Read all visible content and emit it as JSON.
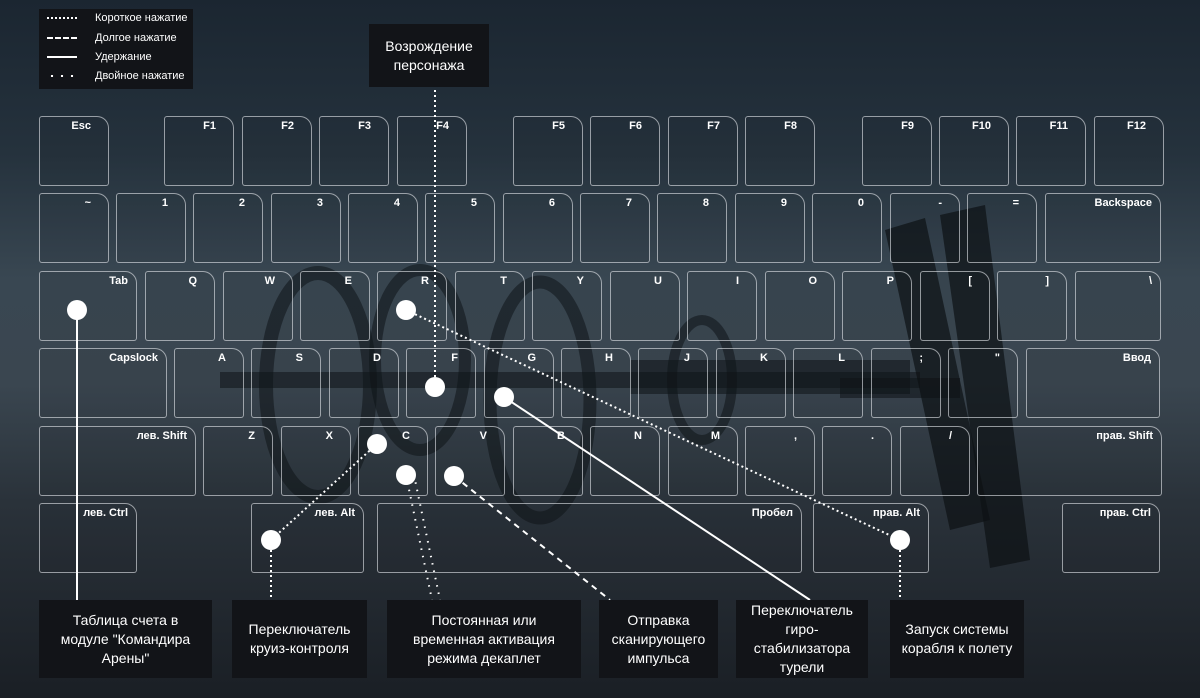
{
  "legend": {
    "items": [
      {
        "label": "Короткое нажатие",
        "style": "dotted"
      },
      {
        "label": "Долгое нажатие",
        "style": "dashed"
      },
      {
        "label": "Удержание",
        "style": "solid"
      },
      {
        "label": "Двойное нажатие",
        "style": "sparse-dotted"
      }
    ]
  },
  "keyboard": {
    "rows": [
      [
        "Esc",
        "F1",
        "F2",
        "F3",
        "F4",
        "F5",
        "F6",
        "F7",
        "F8",
        "F9",
        "F10",
        "F11",
        "F12"
      ],
      [
        "~",
        "1",
        "2",
        "3",
        "4",
        "5",
        "6",
        "7",
        "8",
        "9",
        "0",
        "-",
        "=",
        "Backspace"
      ],
      [
        "Tab",
        "Q",
        "W",
        "E",
        "R",
        "T",
        "Y",
        "U",
        "I",
        "O",
        "P",
        "[",
        "]",
        "\\"
      ],
      [
        "Capslock",
        "A",
        "S",
        "D",
        "F",
        "G",
        "H",
        "J",
        "K",
        "L",
        ";",
        "\"",
        "Ввод"
      ],
      [
        "лев. Shift",
        "Z",
        "X",
        "C",
        "V",
        "B",
        "N",
        "M",
        ",",
        ".",
        "/",
        "прав. Shift"
      ],
      [
        "лев. Ctrl",
        "лев. Alt",
        "Пробел",
        "прав. Alt",
        "прав. Ctrl"
      ]
    ]
  },
  "callouts": {
    "respawn": "Возрождение\nперсонажа",
    "scoreboard": "Таблица счета в\nмодуле \"Командира\nАрены\"",
    "cruise": "Переключатель\nкруиз-контроля",
    "decoupled": "Постоянная или\nвременная активация\nрежима декаплет",
    "scan": "Отправка\nсканирующего\nимпульса",
    "gyro": "Переключатель\nгиро-\nстабилизатора\nтурели",
    "flight_ready": "Запуск системы\nкорабля к полету"
  },
  "bindings": [
    {
      "callout": "respawn",
      "key": "F",
      "press": "short"
    },
    {
      "callout": "scoreboard",
      "key": "Tab",
      "press": "hold"
    },
    {
      "callout": "cruise",
      "key": "C",
      "press": "short"
    },
    {
      "callout": "decoupled",
      "key": "C",
      "press": "double"
    },
    {
      "callout": "scan",
      "key": "V",
      "press": "long"
    },
    {
      "callout": "gyro",
      "key": "G",
      "press": "hold"
    },
    {
      "callout": "flight_ready",
      "key": "R",
      "press": "short"
    }
  ],
  "colors": {
    "background_top": "#1b2631",
    "background_mid": "#3a4650",
    "panel": "#121418",
    "key_border": "#e1e4e8",
    "text": "#ffffff"
  }
}
